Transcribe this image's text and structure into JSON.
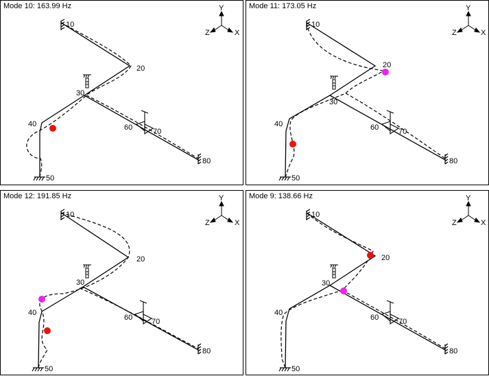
{
  "colors": {
    "red_marker": "#ee1111",
    "magenta_marker": "#ee22ee",
    "line": "#000000"
  },
  "panels": [
    {
      "title": "Mode 10: 163.99 Hz"
    },
    {
      "title": "Mode 11: 173.05 Hz"
    },
    {
      "title": "Mode 12: 191.85 Hz"
    },
    {
      "title": "Mode 9: 138.66 Hz"
    }
  ],
  "nodes": {
    "n10": "10",
    "n20": "20",
    "n30": "30",
    "n40": "40",
    "n50": "50",
    "n60": "60",
    "n70": "70",
    "n80": "80"
  },
  "axes": {
    "y": "Y",
    "z": "Z",
    "x": "X"
  }
}
